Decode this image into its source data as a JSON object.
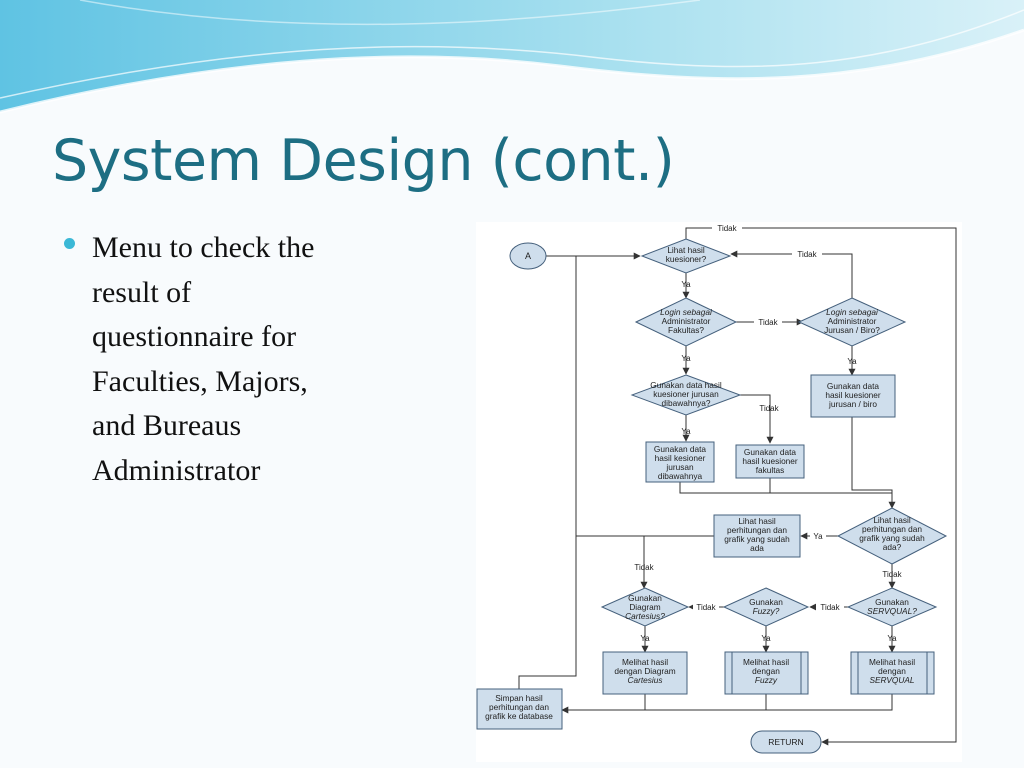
{
  "slide": {
    "title": "System Design (cont.)",
    "bullet": "Menu to check the\nresult of\nquestionnaire for\nFaculties, Majors,\nand Bureaus\nAdministrator"
  },
  "flowchart": {
    "connector": "A",
    "end": "RETURN",
    "yes": "Ya",
    "no": "Tidak",
    "decisions": {
      "view_results": [
        "Lihat hasil",
        "kuesioner?"
      ],
      "login_faculty": [
        "Login sebagai",
        "Administrator",
        "Fakultas?"
      ],
      "login_major": [
        "Login sebagai",
        "Administrator",
        "Jurusan / Biro?"
      ],
      "use_sub_data": [
        "Gunakan data hasil",
        "kuesioner jurusan",
        "dibawahnya?"
      ],
      "view_calc": [
        "Lihat hasil",
        "perhitungan dan",
        "grafik yang sudah",
        "ada?"
      ],
      "use_servqual": [
        "Gunakan",
        "SERVQUAL?"
      ],
      "use_fuzzy": [
        "Gunakan",
        "Fuzzy?"
      ],
      "use_cartesius": [
        "Gunakan",
        "Diagram",
        "Cartesius?"
      ]
    },
    "processes": {
      "use_major_data": [
        "Gunakan data",
        "hasil kuesioner",
        "jurusan / biro"
      ],
      "use_sub_major_data": [
        "Gunakan data",
        "hasil kesioner",
        "jurusan",
        "dibawahnya"
      ],
      "use_faculty_data": [
        "Gunakan data",
        "hasil kuesioner",
        "fakultas"
      ],
      "show_existing": [
        "Lihat hasil",
        "perhitungan dan",
        "grafik yang sudah",
        "ada"
      ],
      "view_servqual": [
        "Melihat hasil",
        "dengan",
        "SERVQUAL"
      ],
      "view_fuzzy": [
        "Melihat hasil",
        "dengan",
        "Fuzzy"
      ],
      "view_cartesius": [
        "Melihat hasil",
        "dengan Diagram",
        "Cartesius"
      ],
      "save_db": [
        "Simpan hasil",
        "perhitungan dan",
        "grafik ke database"
      ]
    }
  }
}
